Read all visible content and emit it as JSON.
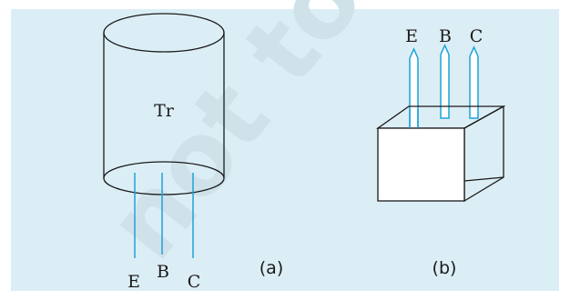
{
  "watermark": "not to",
  "figure_a": {
    "device_label": "Tr",
    "lead_labels": [
      "E",
      "B",
      "C"
    ],
    "caption": "(a)"
  },
  "figure_b": {
    "lead_labels": [
      "E",
      "B",
      "C"
    ],
    "caption": "(b)"
  },
  "colors": {
    "panel_background": "#dceef5",
    "lead_color": "#1aa3d9",
    "outline_color": "#1a1a1a"
  }
}
